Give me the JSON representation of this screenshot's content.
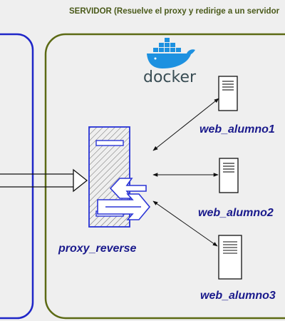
{
  "server": {
    "title": "SERVIDOR (Resuelve el proxy y redirige a un servidor"
  },
  "docker": {
    "logo_text": "docker",
    "icon": "docker-whale-icon"
  },
  "proxy": {
    "label": "proxy_reverse",
    "icon": "reverse-proxy-server-icon"
  },
  "servers": [
    {
      "label": "web_alumno1",
      "icon": "server-icon"
    },
    {
      "label": "web_alumno2",
      "icon": "server-icon"
    },
    {
      "label": "web_alumno3",
      "icon": "server-icon"
    }
  ],
  "colors": {
    "server_border": "#5c6a14",
    "client_border": "#1f26c8",
    "proxy_accent": "#2b35d6",
    "label_text": "#1a1a8c",
    "docker_blue": "#1d91e0"
  }
}
